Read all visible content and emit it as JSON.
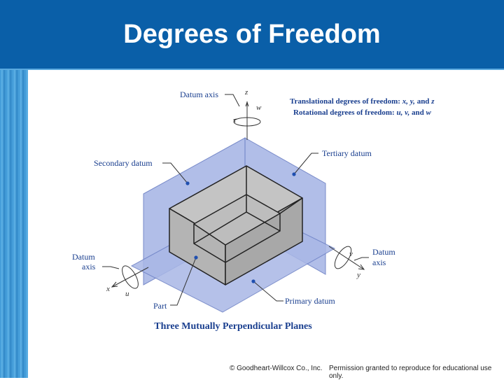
{
  "slide": {
    "title": "Degrees of Freedom"
  },
  "diagram": {
    "labels": {
      "datum_axis_top": "Datum axis",
      "secondary_datum": "Secondary datum",
      "tertiary_datum": "Tertiary datum",
      "datum_axis_left_1": "Datum",
      "datum_axis_left_2": "axis",
      "datum_axis_right_1": "Datum",
      "datum_axis_right_2": "axis",
      "part": "Part",
      "primary_datum": "Primary datum"
    },
    "axis_letters": {
      "z": "z",
      "w": "w",
      "x": "x",
      "u": "u",
      "y": "y",
      "v": "v"
    },
    "dof_text": {
      "translational_prefix": "Translational degrees of freedom:",
      "translational_vars": "x, y,",
      "translational_and": "and",
      "translational_last": "z",
      "rotational_prefix": "Rotational degrees of freedom:",
      "rotational_vars": "u, v,",
      "rotational_and": "and",
      "rotational_last": "w"
    },
    "caption": "Three Mutually Perpendicular Planes",
    "colors": {
      "plane_fill": "#a9b7e6",
      "plane_stroke": "#6b7fc4",
      "label_blue": "#1a3f8f",
      "part_fill": "#bdbdbd",
      "dot": "#1f4fb0"
    }
  },
  "footer": {
    "copyright": "© Goodheart-Willcox Co., Inc.",
    "permission": "Permission granted to reproduce for educational use only."
  }
}
